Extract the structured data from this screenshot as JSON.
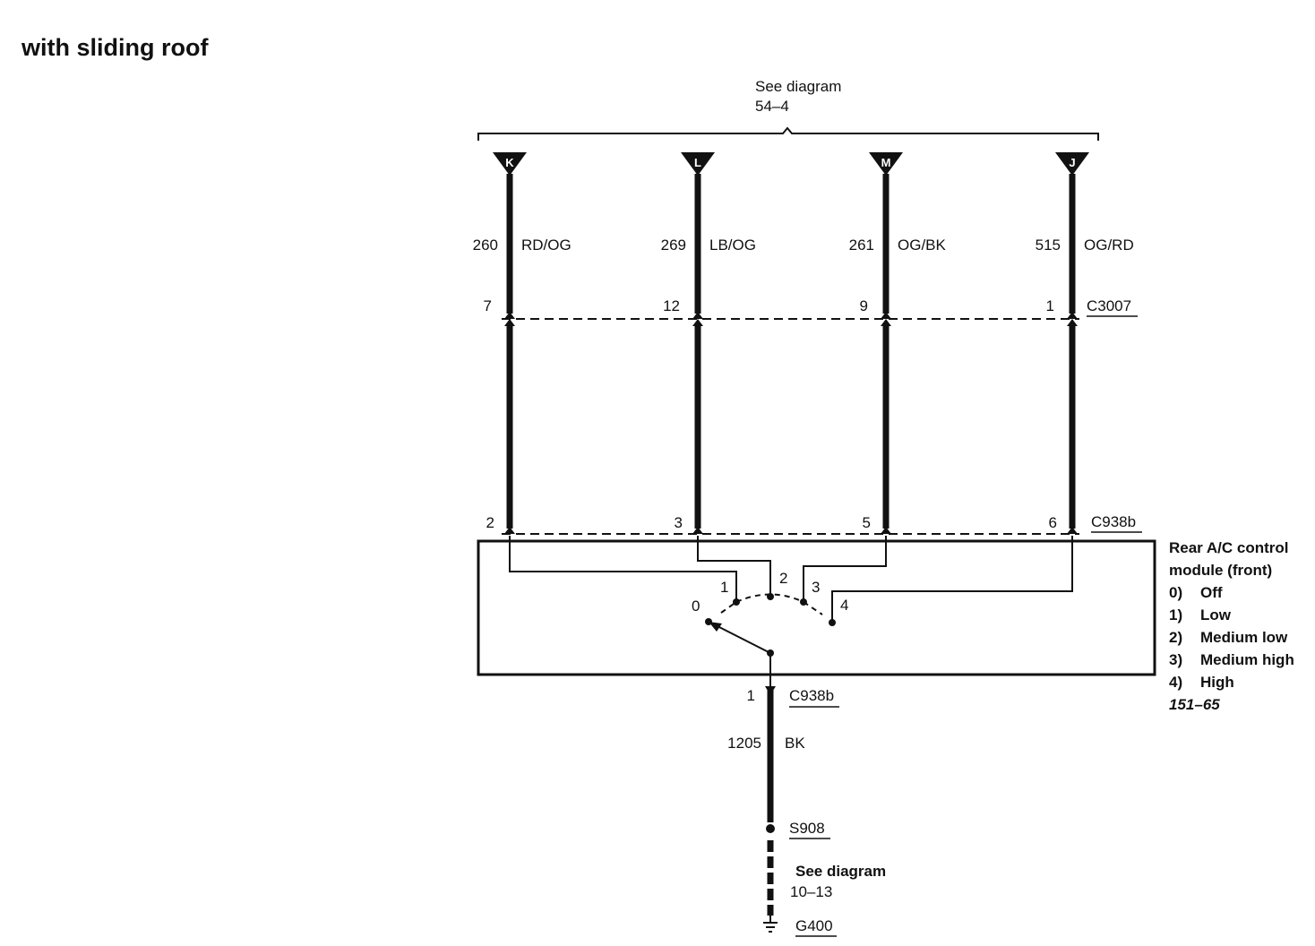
{
  "title": "with sliding roof",
  "top_ref": {
    "line1": "See diagram",
    "line2": "54–4"
  },
  "circuits": [
    {
      "letter": "K",
      "circuit": "260",
      "color": "RD/OG",
      "c3007_pin": "7",
      "c938b_pin": "2"
    },
    {
      "letter": "L",
      "circuit": "269",
      "color": "LB/OG",
      "c3007_pin": "12",
      "c938b_pin": "3"
    },
    {
      "letter": "M",
      "circuit": "261",
      "color": "OG/BK",
      "c3007_pin": "9",
      "c938b_pin": "5"
    },
    {
      "letter": "J",
      "circuit": "515",
      "color": "OG/RD",
      "c3007_pin": "1",
      "c938b_pin": "6"
    }
  ],
  "connectors": {
    "upper": "C3007",
    "lower": "C938b"
  },
  "switch_positions": [
    "0",
    "1",
    "2",
    "3",
    "4"
  ],
  "module": {
    "name_line1": "Rear A/C control",
    "name_line2": "module (front)",
    "legend": [
      {
        "num": "0)",
        "label": "Off"
      },
      {
        "num": "1)",
        "label": "Low"
      },
      {
        "num": "2)",
        "label": "Medium low"
      },
      {
        "num": "3)",
        "label": "Medium high"
      },
      {
        "num": "4)",
        "label": "High"
      }
    ],
    "ref": "151–65"
  },
  "ground_feed": {
    "pin": "1",
    "connector": "C938b",
    "circuit": "1205",
    "color": "BK",
    "splice": "S908",
    "ref_line1": "See diagram",
    "ref_line2": "10–13",
    "ground": "G400"
  }
}
